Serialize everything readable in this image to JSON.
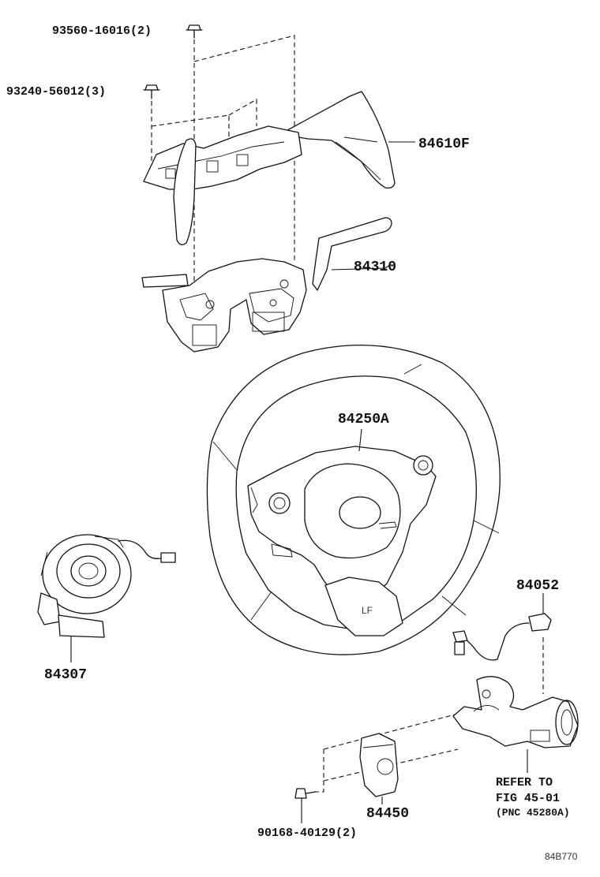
{
  "diagram": {
    "callouts": {
      "screw_top": "93560-16016(2)",
      "screw_left": "93240-56012(3)",
      "paddle_shifter": "84610F",
      "combination_switch": "84310",
      "steering_wheel_part": "84250A",
      "spiral_cable": "84307",
      "wire_harness": "84052",
      "switch_assembly": "84450",
      "screw_bottom": "90168-40129(2)",
      "refer_line1": "REFER TO",
      "refer_line2": "FIG 45-01",
      "refer_line3": "(PNC 45280A)",
      "figure_code": "84B770"
    },
    "wheel_badge": "LF"
  }
}
